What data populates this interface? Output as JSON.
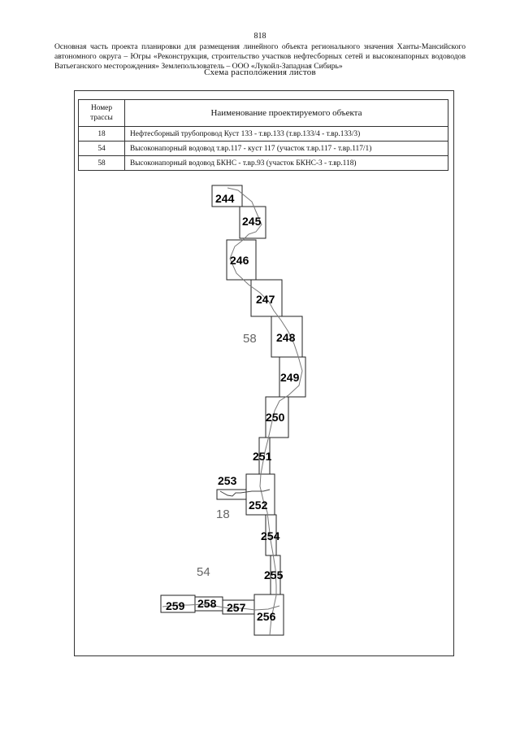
{
  "page_number": "818",
  "header_text": "Основная часть проекта планировки для размещения линейного объекта регионального значения Ханты-Мансийского автономного округа – Югры «Реконструкция, строительство участков нефтесборных сетей и высоконапорных водоводов Ватьеганского месторождения» Землепользователь – ООО «Лукойл-Западная Сибирь»",
  "scheme_title": "Схема расположения листов",
  "legend": {
    "col_number": "Номер трассы",
    "col_name": "Наименование проектируемого объекта",
    "rows": [
      {
        "number": "18",
        "name": "Нефтесборный трубопровод Куст 133 - т.вр.133 (т.вр.133/4 - т.вр.133/3)"
      },
      {
        "number": "54",
        "name": "Высоконапорный водовод т.вр.117 - куст 117 (участок т.вр.117 - т.вр.117/1)"
      },
      {
        "number": "58",
        "name": "Высоконапорный водовод БКНС - т.вр.93  (участок БКНС-3 - т.вр.118)"
      }
    ]
  },
  "sheets": [
    "244",
    "245",
    "246",
    "247",
    "248",
    "249",
    "250",
    "251",
    "253",
    "252",
    "254",
    "255",
    "259",
    "258",
    "257",
    "256"
  ],
  "route_labels": [
    "58",
    "18",
    "54"
  ]
}
